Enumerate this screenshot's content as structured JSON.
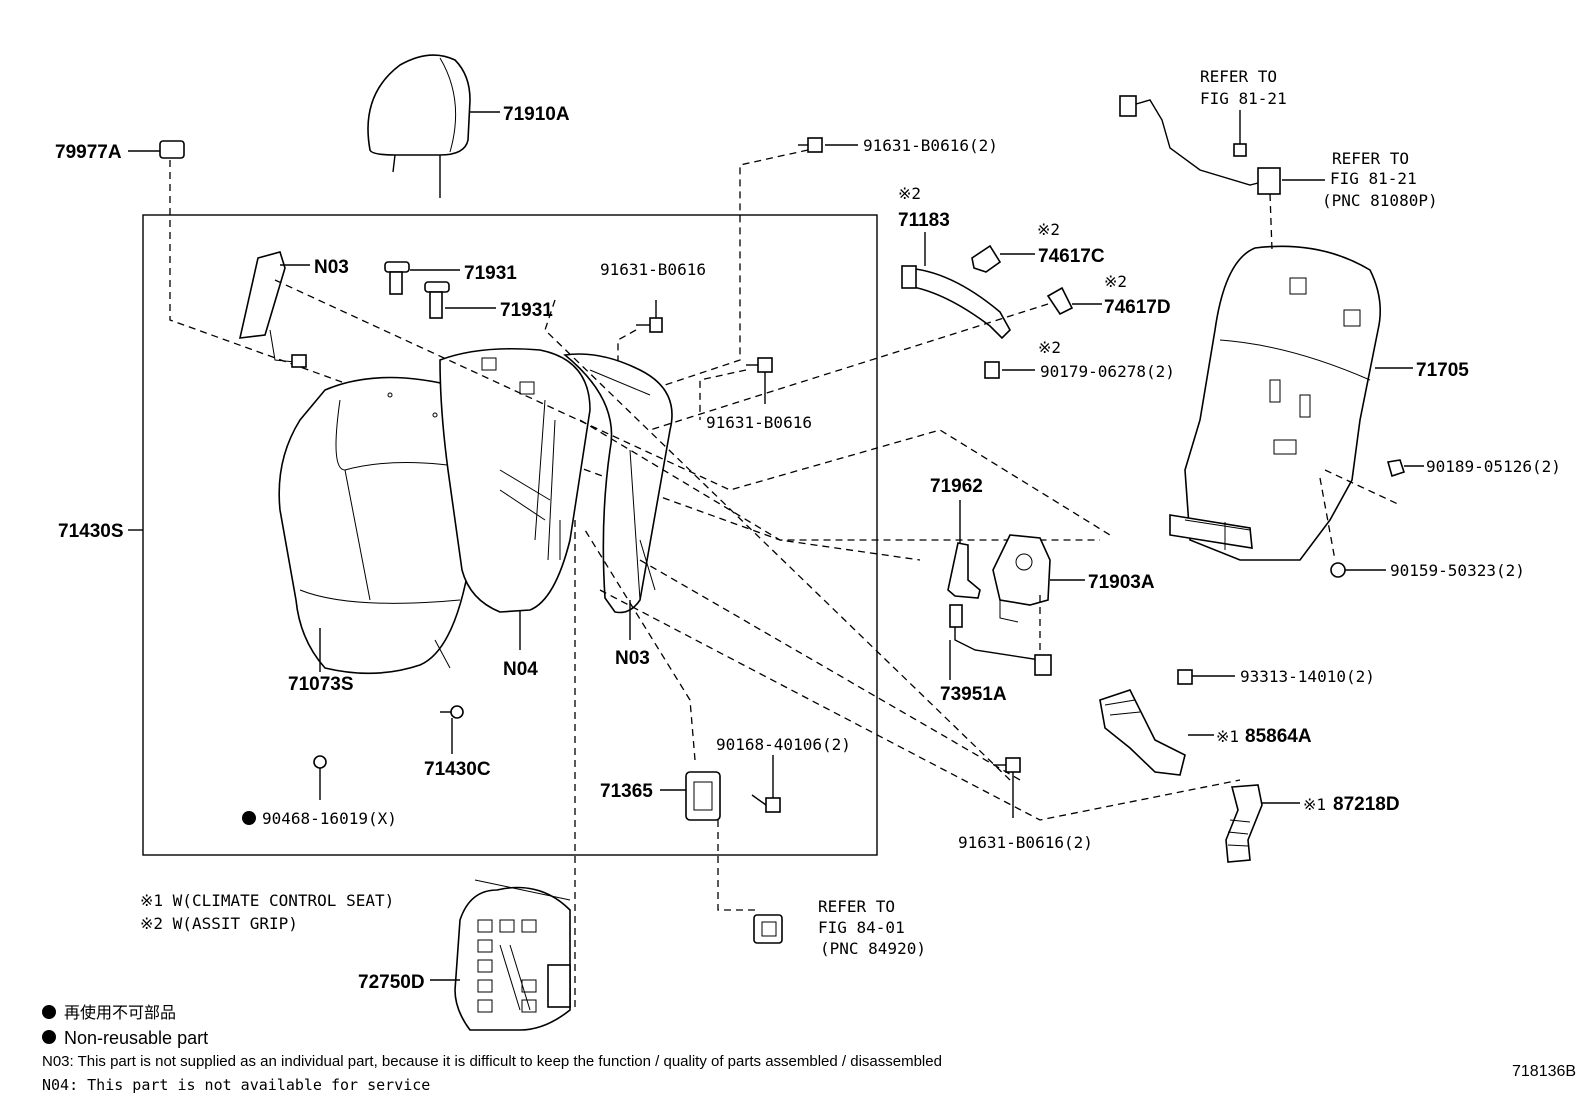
{
  "diagram_id": "718136B",
  "callouts": {
    "p79977A": "79977A",
    "p71910A": "71910A",
    "p91631_top": "91631-B0616(2)",
    "n03_top": "N03",
    "p71931a": "71931",
    "p71931b": "71931",
    "p91631_mid1": "91631-B0616",
    "p91631_mid2": "91631-B0616",
    "p71430S": "71430S",
    "p71073S": "71073S",
    "n04": "N04",
    "n03_bottom": "N03",
    "p71430C": "71430C",
    "p90468": "90468-16019(X)",
    "p90168": "90168-40106(2)",
    "p71365": "71365",
    "p72750D": "72750D",
    "p71183": "71183",
    "p74617C": "74617C",
    "p74617D": "74617D",
    "p90179": "90179-06278(2)",
    "p71962": "71962",
    "p71903A": "71903A",
    "p73951A": "73951A",
    "p91631_bottom": "91631-B0616(2)",
    "p93313": "93313-14010(2)",
    "p85864A": "85864A",
    "p87218D": "87218D",
    "p71705": "71705",
    "p90189": "90189-05126(2)",
    "p90159": "90159-50323(2)"
  },
  "marks": {
    "ast2_71183": "※2",
    "ast2_74617C": "※2",
    "ast2_74617D": "※2",
    "ast2_90179": "※2",
    "ast1_85864A": "※1",
    "ast1_87218D": "※1"
  },
  "references": {
    "ref1_line1": "REFER TO",
    "ref1_line2": "FIG 81-21",
    "ref2_line1": "REFER TO",
    "ref2_line2": "FIG 81-21",
    "ref2_line3": "(PNC 81080P)",
    "ref3_line1": "REFER TO",
    "ref3_line2": "FIG 84-01",
    "ref3_line3": "(PNC 84920)"
  },
  "legend": {
    "note1": "※1 W(CLIMATE CONTROL SEAT)",
    "note2": "※2 W(ASSIT GRIP)",
    "nonreuse_jp": "再使用不可部品",
    "nonreuse_en": "Non-reusable part",
    "n03_note": "N03: This part is not supplied as an individual part, because it is difficult to keep the function / quality of parts assembled / disassembled",
    "n04_note": "N04: This part is not available for service"
  }
}
